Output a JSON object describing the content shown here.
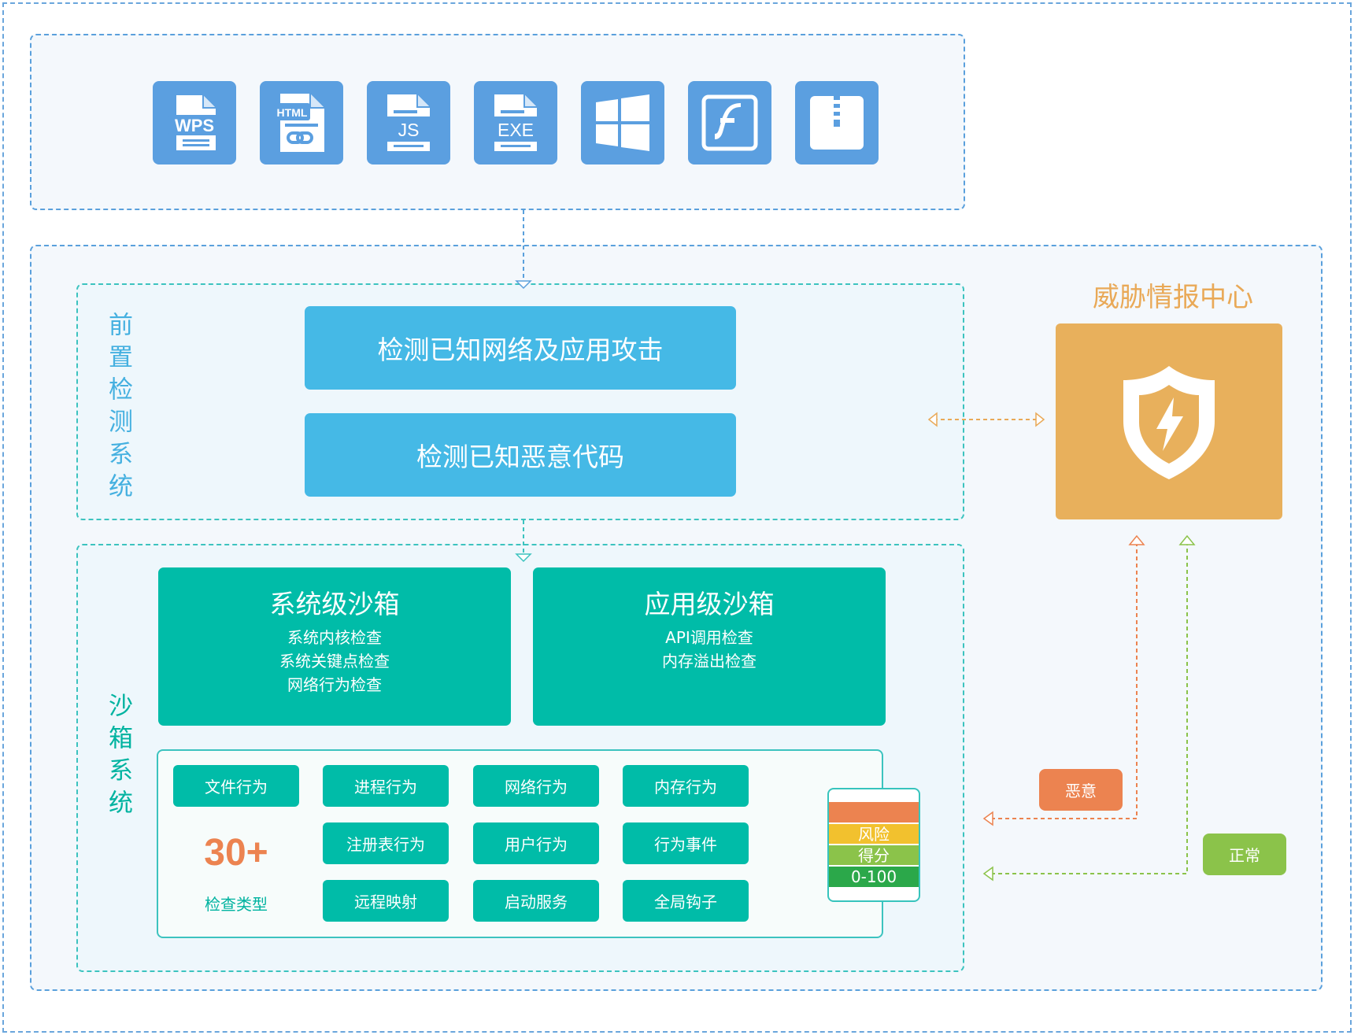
{
  "file_types": [
    {
      "name": "wps-icon",
      "label": "WPS"
    },
    {
      "name": "html-icon",
      "label": "HTML"
    },
    {
      "name": "js-icon",
      "label": "JS"
    },
    {
      "name": "exe-icon",
      "label": "EXE"
    },
    {
      "name": "windows-icon",
      "label": ""
    },
    {
      "name": "flash-icon",
      "label": ""
    },
    {
      "name": "archive-icon",
      "label": ""
    }
  ],
  "pre_detection": {
    "title": "前置检测系统",
    "items": [
      "检测已知网络及应用攻击",
      "检测已知恶意代码"
    ]
  },
  "sandbox": {
    "title": "沙箱系统",
    "system_level": {
      "title": "系统级沙箱",
      "items": [
        "系统内核检查",
        "系统关键点检查",
        "网络行为检查"
      ]
    },
    "app_level": {
      "title": "应用级沙箱",
      "items": [
        "API调用检查",
        "内存溢出检查"
      ]
    },
    "behaviors": [
      "文件行为",
      "进程行为",
      "网络行为",
      "内存行为",
      "注册表行为",
      "用户行为",
      "行为事件",
      "远程映射",
      "启动服务",
      "全局钩子"
    ],
    "check_count": "30+",
    "check_label": "检查类型",
    "score": {
      "line1": "风险",
      "line2": "得分",
      "range": "0-100"
    }
  },
  "threat_center": {
    "title": "威胁情报中心",
    "icon": "shield-lightning-icon"
  },
  "verdicts": {
    "malicious": "恶意",
    "normal": "正常"
  },
  "colors": {
    "accent_blue": "#45b9e6",
    "teal": "#00bca8",
    "orange": "#ec8350",
    "green": "#8bc34a",
    "gold": "#e8b05c",
    "score_orange": "#ec8350",
    "score_yellow": "#f2c12e",
    "score_green": "#2ba84a"
  }
}
